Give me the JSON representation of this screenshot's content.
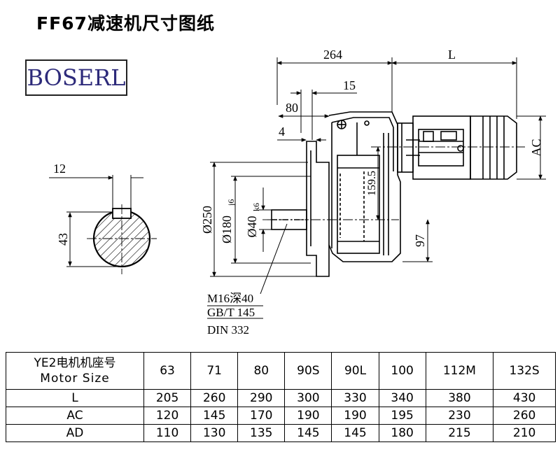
{
  "title": "FF67减速机尺寸图纸",
  "logo": {
    "text": "BOSERL"
  },
  "drawing": {
    "dims": {
      "d264": "264",
      "dL": "L",
      "d15": "15",
      "d80": "80",
      "d4": "4",
      "dAC": "AC",
      "d159": "159.5",
      "d97": "97",
      "d250": "Ø250",
      "d180": "Ø180",
      "d180tol": "j6",
      "d40": "Ø40",
      "d40tol": "k6",
      "d12": "12",
      "d43": "43"
    },
    "notes": [
      "M16深40",
      "GB/T 145",
      "DIN 332"
    ]
  },
  "table": {
    "header_line1": "YE2电机机座号",
    "header_line2": "Motor Size",
    "sizes": [
      "63",
      "71",
      "80",
      "90S",
      "90L",
      "100",
      "112M",
      "132S"
    ],
    "rows": [
      {
        "label": "L",
        "values": [
          "205",
          "260",
          "290",
          "300",
          "330",
          "340",
          "380",
          "430"
        ]
      },
      {
        "label": "AC",
        "values": [
          "120",
          "145",
          "170",
          "190",
          "190",
          "195",
          "230",
          "260"
        ]
      },
      {
        "label": "AD",
        "values": [
          "110",
          "130",
          "135",
          "145",
          "145",
          "180",
          "215",
          "210"
        ]
      }
    ]
  }
}
